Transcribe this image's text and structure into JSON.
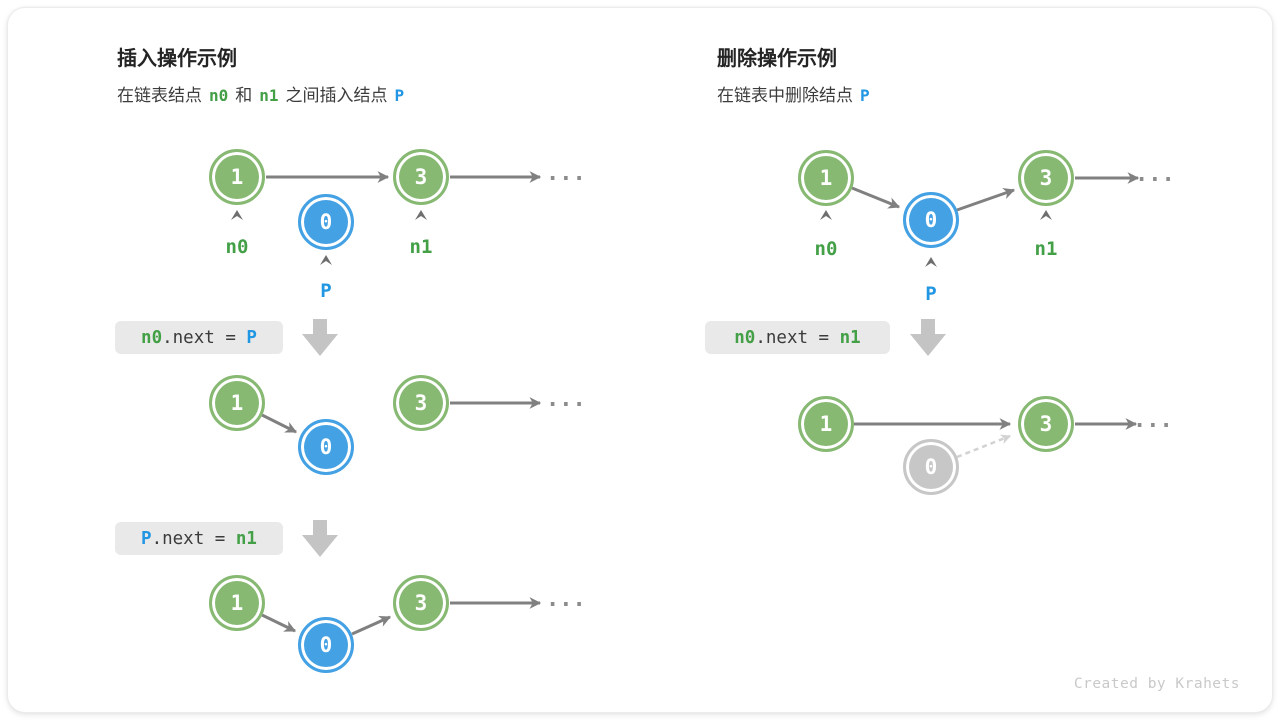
{
  "insert_panel": {
    "title": "插入操作示例",
    "subtitle": {
      "part1": "在链表结点",
      "code1": "n0",
      "part2": "和",
      "code2": "n1",
      "part3": "之间插入结点",
      "code3": "P"
    },
    "step1_code": {
      "lhs": "n0",
      "mid": ".next = ",
      "rhs": "P"
    },
    "step2_code": {
      "lhs": "P",
      "mid": ".next = ",
      "rhs": "n1"
    }
  },
  "delete_panel": {
    "title": "删除操作示例",
    "subtitle": {
      "part1": "在链表中删除结点",
      "code1": "P"
    },
    "step1_code": {
      "lhs": "n0",
      "mid": ".next = ",
      "rhs": "n1"
    }
  },
  "node_values": {
    "head": "1",
    "inserted": "0",
    "next": "3"
  },
  "pointer_labels": {
    "n0": "n0",
    "n1": "n1",
    "p": "P"
  },
  "ellipsis": "...",
  "credit": "Created by Krahets",
  "colors": {
    "node_green": "#87b973",
    "node_blue": "#43a1e4",
    "node_gray": "#c7c7c7",
    "label_green": "#43a047",
    "label_blue": "#2196e3",
    "arrow_gray": "#808080",
    "dashed_gray": "#d2d2d2",
    "codebox_bg": "#e9e9e9",
    "block_arrow": "#c4c4c4"
  }
}
